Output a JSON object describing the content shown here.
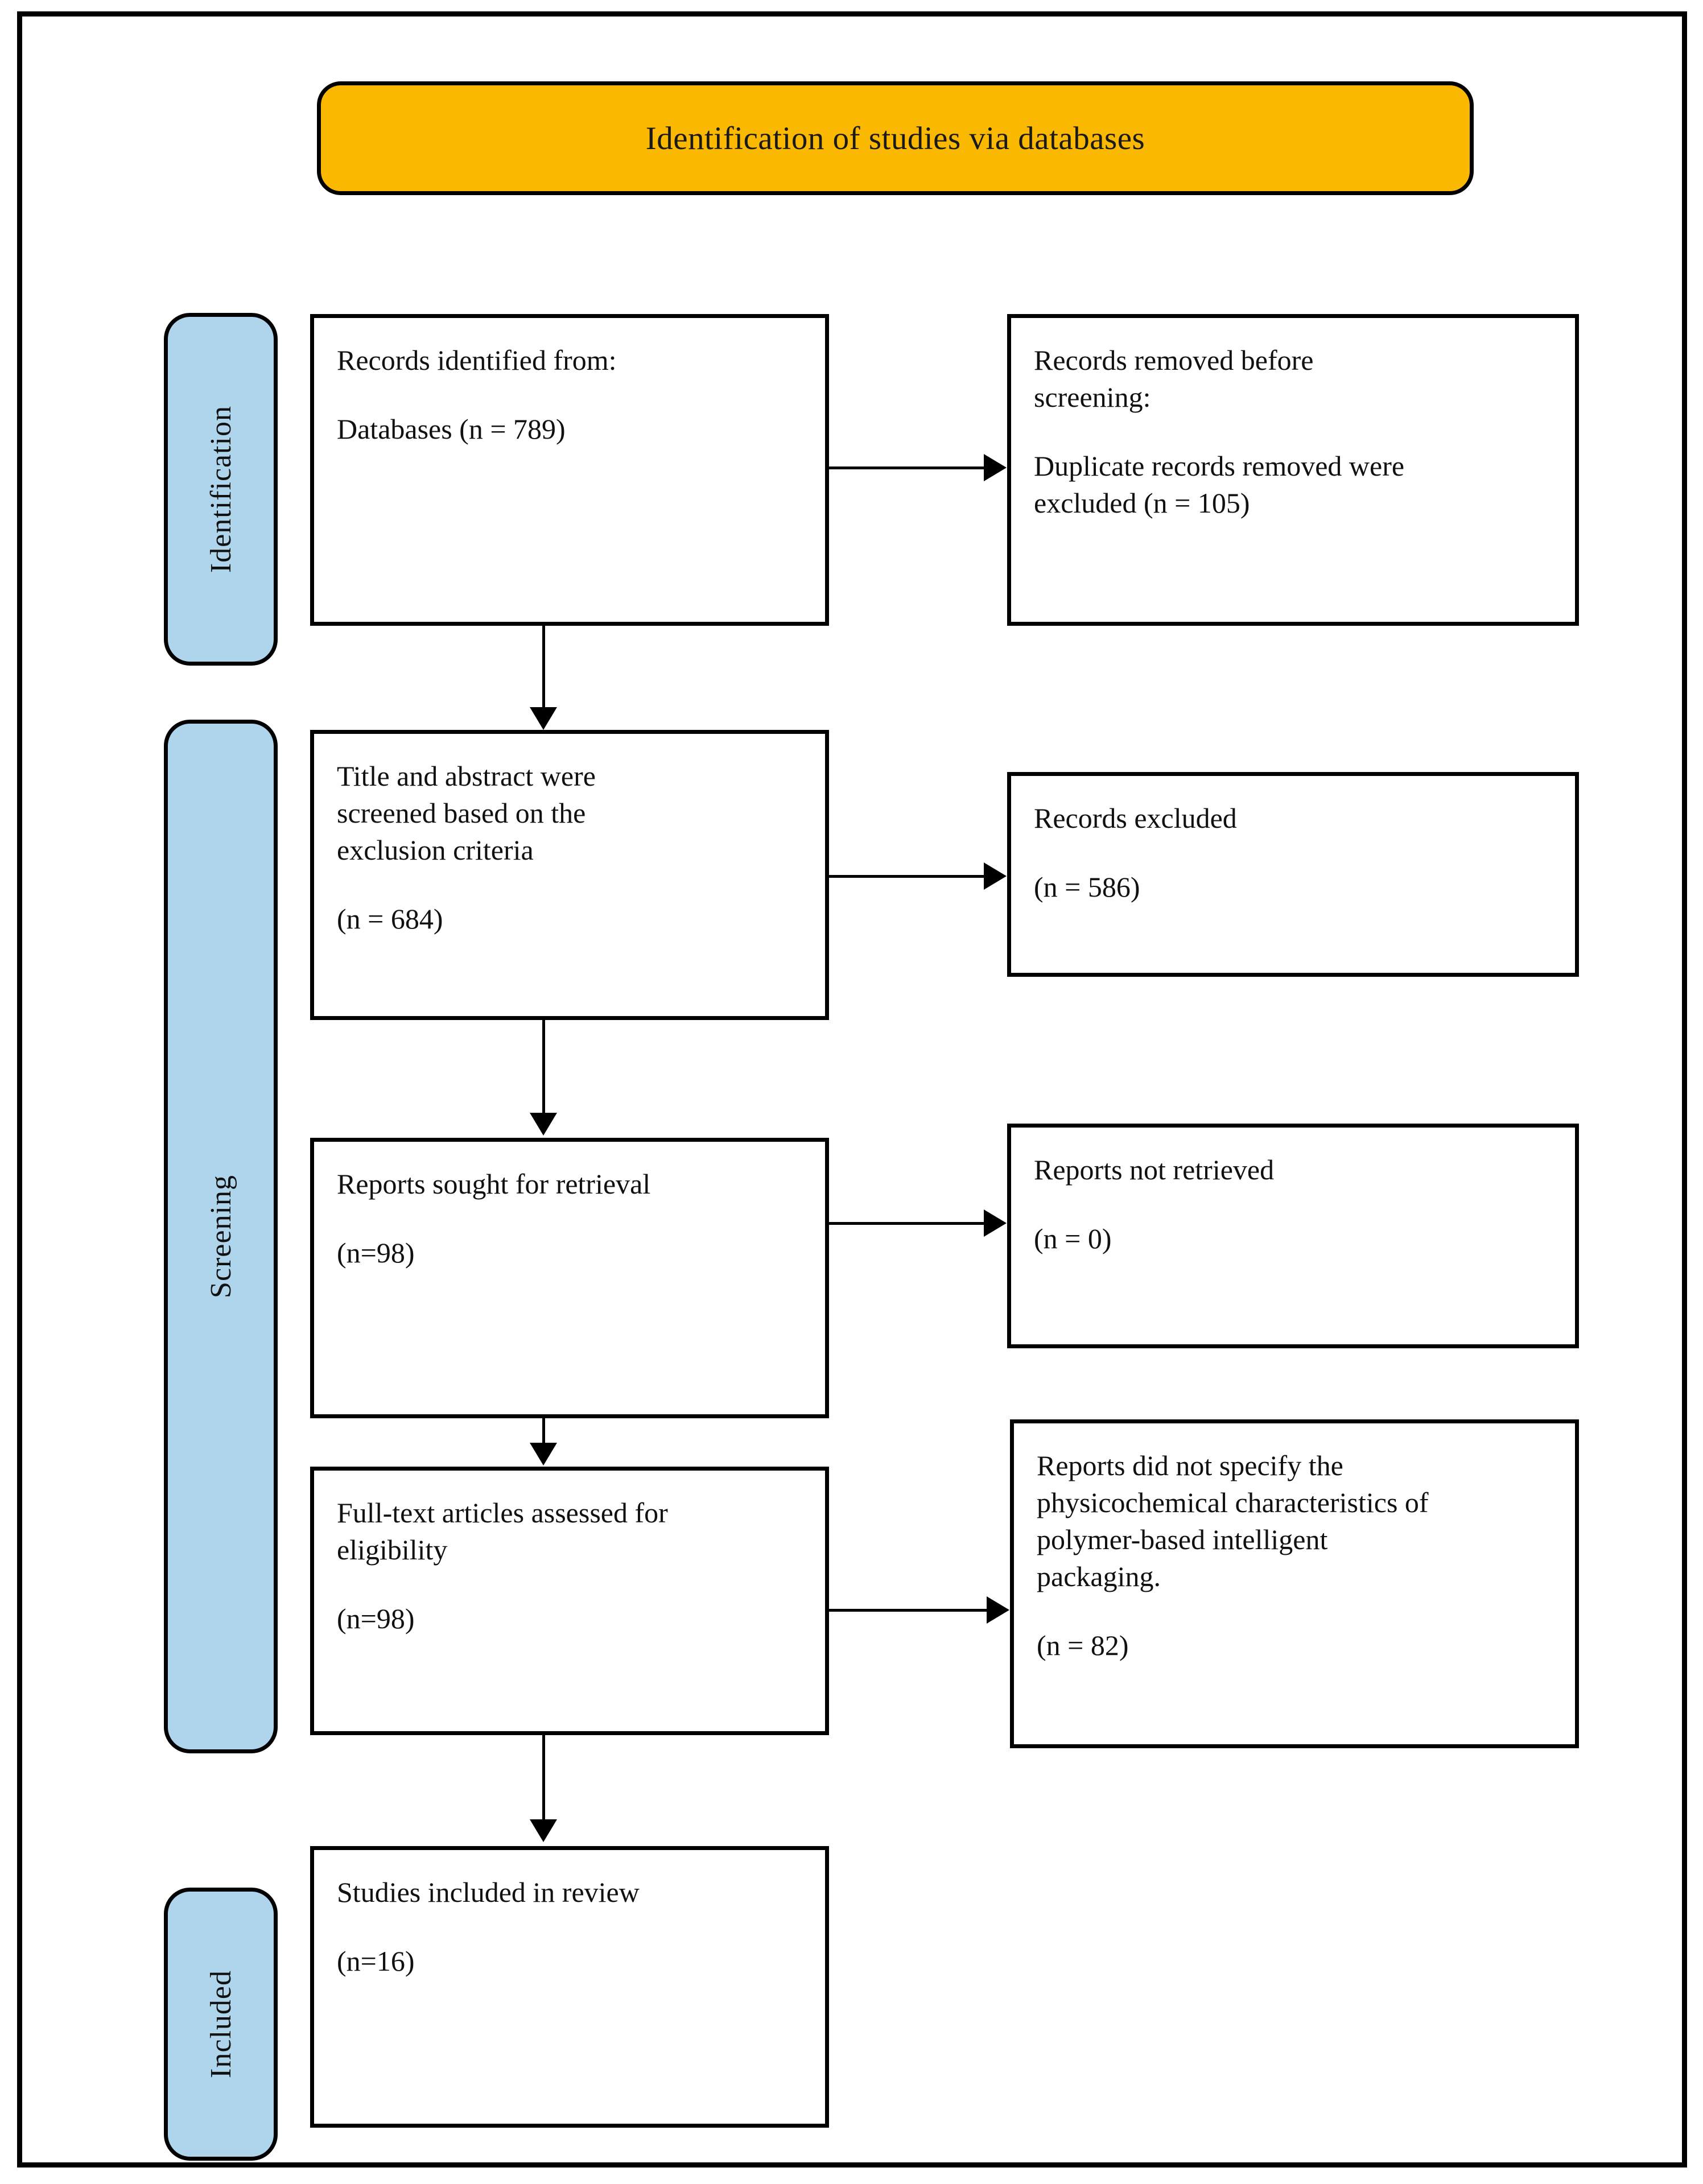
{
  "header": {
    "title": "Identification of studies via databases",
    "fill_color": "#FBB800"
  },
  "stages": [
    {
      "id": "identification",
      "label": "Identification",
      "fill_color": "#AED5EC"
    },
    {
      "id": "screening",
      "label": "Screening",
      "fill_color": "#AED5EC"
    },
    {
      "id": "included",
      "label": "Included",
      "fill_color": "#AED5EC"
    }
  ],
  "boxes": {
    "identified": {
      "line1": "Records identified from:",
      "line2": "Databases (n = 789)"
    },
    "removed": {
      "line1": "Records removed before",
      "line2": "screening:",
      "line3": "Duplicate records removed were",
      "line4": "excluded (n = 105)"
    },
    "screened": {
      "line1": "Title and abstract were",
      "line2": "screened based on the",
      "line3": "exclusion criteria",
      "line4": "(n = 684)"
    },
    "excluded": {
      "line1": "Records excluded",
      "line2": "(n = 586)"
    },
    "sought": {
      "line1": "Reports sought for retrieval",
      "line2": "(n=98)"
    },
    "not_retrieved": {
      "line1": "Reports not retrieved",
      "line2": "(n = 0)"
    },
    "fulltext": {
      "line1": "Full-text articles assessed for",
      "line2": "eligibility",
      "line3": "(n=98)"
    },
    "not_specify": {
      "line1": "Reports did not specify the",
      "line2": "physicochemical characteristics of",
      "line3": "polymer-based intelligent",
      "line4": "packaging.",
      "line5": "(n = 82)"
    },
    "included": {
      "line1": "Studies included in review",
      "line2": "(n=16)"
    }
  }
}
